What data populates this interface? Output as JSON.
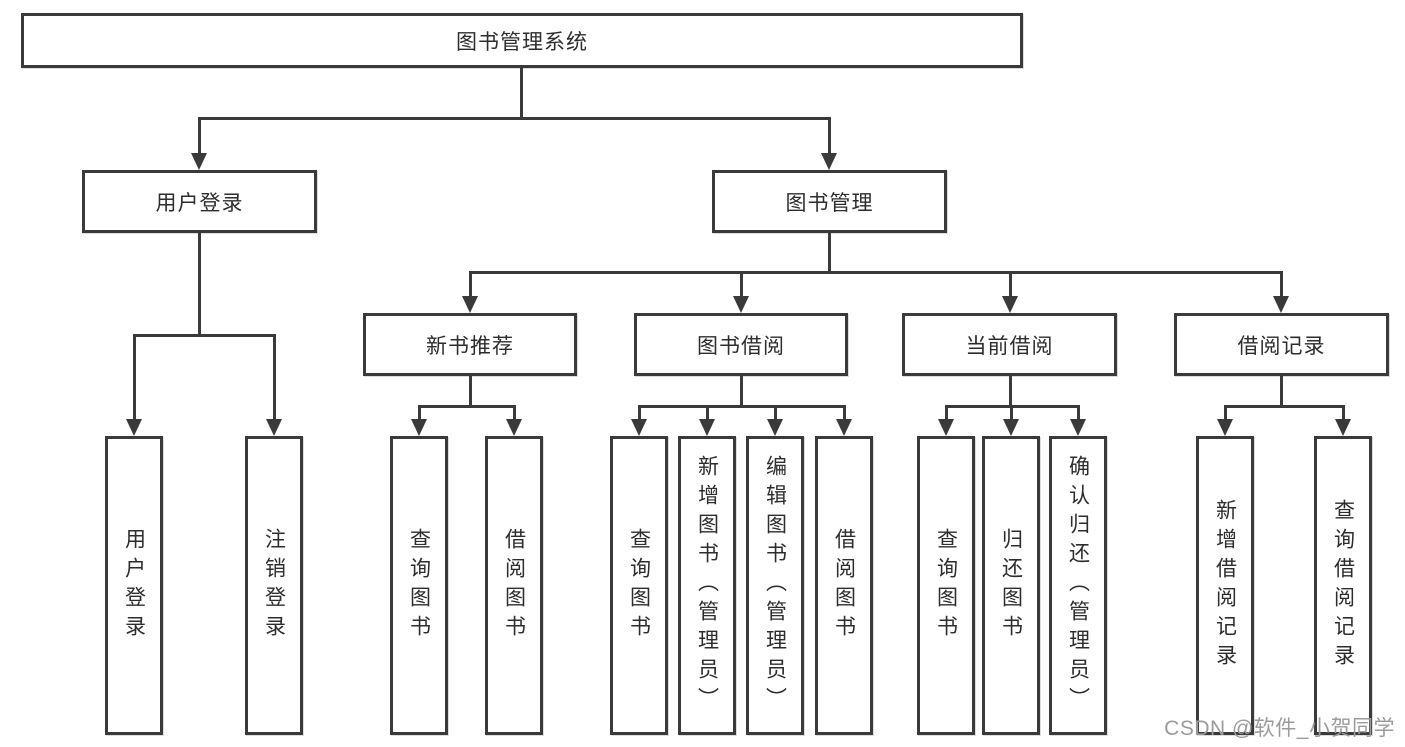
{
  "diagram": {
    "type": "hierarchy-tree",
    "tree": {
      "label": "图书管理系统",
      "children": [
        {
          "label": "用户登录",
          "children": [
            {
              "label": "用户登录"
            },
            {
              "label": "注销登录"
            }
          ]
        },
        {
          "label": "图书管理",
          "children": [
            {
              "label": "新书推荐",
              "children": [
                {
                  "label": "查询图书"
                },
                {
                  "label": "借阅图书"
                }
              ]
            },
            {
              "label": "图书借阅",
              "children": [
                {
                  "label": "查询图书"
                },
                {
                  "label": "新增图书（管理员）"
                },
                {
                  "label": "编辑图书（管理员）"
                },
                {
                  "label": "借阅图书"
                }
              ]
            },
            {
              "label": "当前借阅",
              "children": [
                {
                  "label": "查询图书"
                },
                {
                  "label": "归还图书"
                },
                {
                  "label": "确认归还（管理员）"
                }
              ]
            },
            {
              "label": "借阅记录",
              "children": [
                {
                  "label": "新增借阅记录"
                },
                {
                  "label": "查询借阅记录"
                }
              ]
            }
          ]
        }
      ]
    },
    "colors": {
      "line": "#3a3a3a",
      "text": "#2d2d2d",
      "watermark_text": "#9b9b9b",
      "background": "#ffffff"
    }
  },
  "watermark": {
    "text": "CSDN @软件_小贺同学"
  }
}
